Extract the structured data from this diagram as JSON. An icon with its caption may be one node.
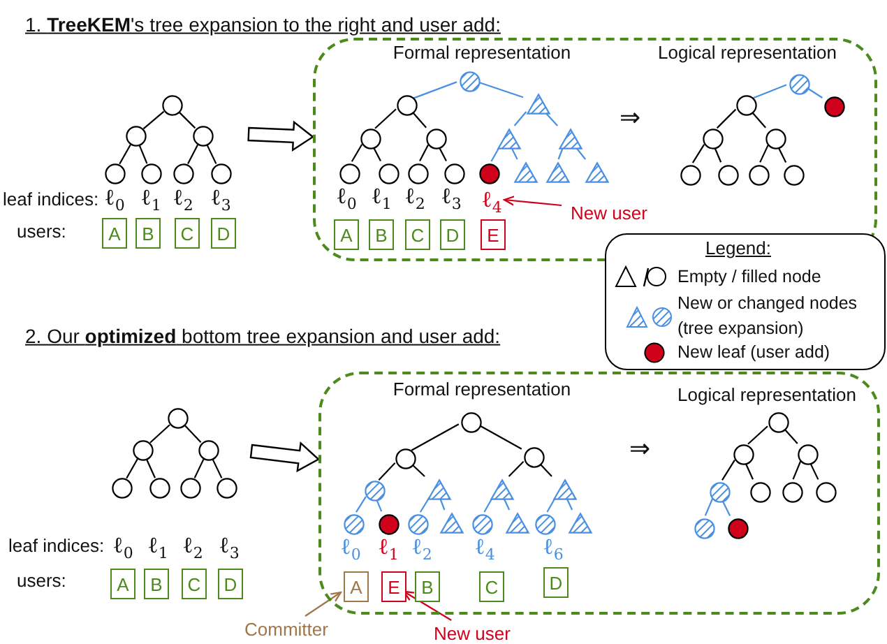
{
  "diagram": {
    "nodes": [
      {
        "text": [],
        "shape": "circle"
      },
      {
        "text": [],
        "shape": "circle"
      },
      {
        "text": [],
        "shape": "circle"
      },
      {
        "text": [],
        "shape": "circle"
      },
      {
        "text": [],
        "shape": "circle"
      },
      {
        "text": [],
        "shape": "circle"
      },
      {
        "text": [],
        "shape": "circle"
      },
      {
        "text": [
          "A"
        ]
      },
      {
        "text": [
          "B"
        ]
      },
      {
        "text": [
          "C"
        ]
      },
      {
        "text": [
          "D"
        ]
      },
      {
        "text": [],
        "shape": "box"
      },
      {
        "text": [],
        "shape": "circle",
        "in": 11
      },
      {
        "text": [],
        "shape": "circle",
        "in": 11
      },
      {
        "text": [],
        "shape": "circle",
        "in": 11
      },
      {
        "text": [],
        "shape": "circle",
        "in": 11
      },
      {
        "text": [],
        "shape": "circle",
        "in": 11
      },
      {
        "text": [],
        "shape": "circle",
        "in": 11
      },
      {
        "text": [],
        "shape": "circle",
        "in": 11
      },
      {
        "text": [],
        "shape": "circle",
        "in": 11
      },
      {
        "text": [],
        "shape": "triangle",
        "in": 11
      },
      {
        "text": [],
        "shape": "triangle",
        "in": 11
      },
      {
        "text": [],
        "shape": "triangle",
        "in": 11
      },
      {
        "text": [],
        "shape": "circle",
        "in": 11
      },
      {
        "text": [],
        "shape": "triangle",
        "in": 11
      },
      {
        "text": [],
        "shape": "triangle",
        "in": 11
      },
      {
        "text": [],
        "shape": "triangle",
        "in": 11
      },
      {
        "text": [
          "ℓ$_{4}$"
        ],
        "in": 11
      },
      {
        "text": [
          "A"
        ],
        "in": 11
      },
      {
        "text": [
          "B"
        ],
        "in": 11
      },
      {
        "text": [
          "C"
        ],
        "in": 11
      },
      {
        "text": [
          "D"
        ],
        "in": 11
      },
      {
        "text": [
          "E"
        ],
        "in": 11
      },
      {
        "text": [
          "New user"
        ],
        "in": 11
      },
      {
        "text": [],
        "shape": "circle",
        "in": 11
      },
      {
        "text": [],
        "shape": "circle",
        "in": 11
      },
      {
        "text": [],
        "shape": "circle",
        "in": 11
      },
      {
        "text": [],
        "shape": "circle",
        "in": 11
      },
      {
        "text": [],
        "shape": "circle",
        "in": 11
      },
      {
        "text": [],
        "shape": "circle",
        "in": 11
      },
      {
        "text": [],
        "shape": "circle",
        "in": 11
      },
      {
        "text": [],
        "shape": "circle",
        "in": 11
      },
      {
        "text": [],
        "shape": "circle",
        "in": 11
      },
      {
        "text": [],
        "shape": "circle"
      },
      {
        "text": [],
        "shape": "circle"
      },
      {
        "text": [],
        "shape": "circle"
      },
      {
        "text": [],
        "shape": "circle"
      },
      {
        "text": [],
        "shape": "circle"
      },
      {
        "text": [],
        "shape": "circle"
      },
      {
        "text": [],
        "shape": "circle"
      },
      {
        "text": [
          "A"
        ]
      },
      {
        "text": [
          "B"
        ]
      },
      {
        "text": [
          "C"
        ]
      },
      {
        "text": [
          "D"
        ]
      },
      {
        "text": [],
        "shape": "box"
      },
      {
        "text": [],
        "shape": "circle",
        "in": 54
      },
      {
        "text": [],
        "shape": "circle",
        "in": 54
      },
      {
        "text": [],
        "shape": "circle",
        "in": 54
      },
      {
        "text": [],
        "shape": "circle",
        "in": 54
      },
      {
        "text": [],
        "shape": "triangle",
        "in": 54
      },
      {
        "text": [],
        "shape": "triangle",
        "in": 54
      },
      {
        "text": [],
        "shape": "triangle",
        "in": 54
      },
      {
        "text": [],
        "shape": "circle",
        "in": 54
      },
      {
        "text": [],
        "shape": "circle",
        "in": 54
      },
      {
        "text": [],
        "shape": "circle",
        "in": 54
      },
      {
        "text": [],
        "shape": "triangle",
        "in": 54
      },
      {
        "text": [],
        "shape": "circle",
        "in": 54
      },
      {
        "text": [],
        "shape": "triangle",
        "in": 54
      },
      {
        "text": [],
        "shape": "circle",
        "in": 54
      },
      {
        "text": [],
        "shape": "triangle",
        "in": 54
      },
      {
        "text": [
          "A"
        ],
        "in": 54
      },
      {
        "text": [
          "E"
        ],
        "in": 54
      },
      {
        "text": [
          "B"
        ],
        "in": 54
      },
      {
        "text": [
          "C"
        ],
        "in": 54
      },
      {
        "text": [
          "D"
        ],
        "in": 54
      },
      {
        "text": [
          "Committer"
        ]
      },
      {
        "text": [
          "New user"
        ]
      },
      {
        "text": [],
        "shape": "circle",
        "in": 54
      },
      {
        "text": [],
        "shape": "circle",
        "in": 54
      },
      {
        "text": [],
        "shape": "circle",
        "in": 54
      },
      {
        "text": [],
        "shape": "circle",
        "in": 54
      },
      {
        "text": [],
        "shape": "circle",
        "in": 54
      },
      {
        "text": [],
        "shape": "circle",
        "in": 54
      },
      {
        "text": [],
        "shape": "circle",
        "in": 54
      },
      {
        "text": [],
        "shape": "circle",
        "in": 54
      },
      {
        "text": [],
        "shape": "circle",
        "in": 54
      }
    ],
    "edges": [
      {
        "from": 0,
        "to": 1,
        "arrow": "none"
      },
      {
        "from": 0,
        "to": 2,
        "arrow": "none"
      },
      {
        "from": 1,
        "to": 3,
        "arrow": "none"
      },
      {
        "from": 1,
        "to": 4,
        "arrow": "none"
      },
      {
        "from": 2,
        "to": 5,
        "arrow": "none"
      },
      {
        "from": 2,
        "to": 6,
        "arrow": "none"
      },
      {
        "from": null,
        "to": 11,
        "arrow": "to",
        "style": "thick"
      },
      {
        "from": 12,
        "to": 13,
        "arrow": "none",
        "color": "#4a90e2"
      },
      {
        "from": 12,
        "to": 20,
        "arrow": "none",
        "color": "#4a90e2"
      },
      {
        "from": 13,
        "to": 14,
        "arrow": "none"
      },
      {
        "from": 13,
        "to": 15,
        "arrow": "none"
      },
      {
        "from": 14,
        "to": 16,
        "arrow": "none"
      },
      {
        "from": 14,
        "to": 17,
        "arrow": "none"
      },
      {
        "from": 15,
        "to": 18,
        "arrow": "none"
      },
      {
        "from": 15,
        "to": 19,
        "arrow": "none"
      },
      {
        "from": 20,
        "to": 21,
        "arrow": "none",
        "color": "#4a90e2"
      },
      {
        "from": 20,
        "to": 22,
        "arrow": "none",
        "color": "#4a90e2"
      },
      {
        "from": 21,
        "to": 23,
        "arrow": "none",
        "color": "#4a90e2"
      },
      {
        "from": 21,
        "to": 24,
        "arrow": "none",
        "color": "#4a90e2"
      },
      {
        "from": 22,
        "to": 25,
        "arrow": "none",
        "color": "#4a90e2"
      },
      {
        "from": 22,
        "to": 26,
        "arrow": "none",
        "color": "#4a90e2"
      },
      {
        "from": 33,
        "to": 27,
        "arrow": "to",
        "color": "#d0021b"
      },
      {
        "from": 34,
        "to": 35,
        "arrow": "none",
        "color": "#4a90e2"
      },
      {
        "from": 34,
        "to": 42,
        "arrow": "none",
        "color": "#4a90e2"
      },
      {
        "from": 35,
        "to": 36,
        "arrow": "none"
      },
      {
        "from": 35,
        "to": 37,
        "arrow": "none"
      },
      {
        "from": 36,
        "to": 38,
        "arrow": "none"
      },
      {
        "from": 36,
        "to": 39,
        "arrow": "none"
      },
      {
        "from": 37,
        "to": 40,
        "arrow": "none"
      },
      {
        "from": 37,
        "to": 41,
        "arrow": "none"
      },
      {
        "from": 43,
        "to": 44,
        "arrow": "none"
      },
      {
        "from": 43,
        "to": 45,
        "arrow": "none"
      },
      {
        "from": 44,
        "to": 46,
        "arrow": "none"
      },
      {
        "from": 44,
        "to": 47,
        "arrow": "none"
      },
      {
        "from": 45,
        "to": 48,
        "arrow": "none"
      },
      {
        "from": 45,
        "to": 49,
        "arrow": "none"
      },
      {
        "from": null,
        "to": 54,
        "arrow": "to",
        "style": "thick"
      },
      {
        "from": 55,
        "to": 56,
        "arrow": "none"
      },
      {
        "from": 55,
        "to": 57,
        "arrow": "none"
      },
      {
        "from": 56,
        "to": 58,
        "arrow": "none"
      },
      {
        "from": 56,
        "to": 59,
        "arrow": "none"
      },
      {
        "from": 57,
        "to": 60,
        "arrow": "none"
      },
      {
        "from": 57,
        "to": 61,
        "arrow": "none"
      },
      {
        "from": 58,
        "to": 62,
        "arrow": "none",
        "color": "#4a90e2"
      },
      {
        "from": 58,
        "to": 63,
        "arrow": "none",
        "color": "#4a90e2"
      },
      {
        "from": 59,
        "to": 64,
        "arrow": "none",
        "color": "#4a90e2"
      },
      {
        "from": 59,
        "to": 65,
        "arrow": "none",
        "color": "#4a90e2"
      },
      {
        "from": 60,
        "to": 66,
        "arrow": "none",
        "color": "#4a90e2"
      },
      {
        "from": 60,
        "to": 67,
        "arrow": "none",
        "color": "#4a90e2"
      },
      {
        "from": 61,
        "to": 68,
        "arrow": "none",
        "color": "#4a90e2"
      },
      {
        "from": 61,
        "to": 69,
        "arrow": "none",
        "color": "#4a90e2"
      },
      {
        "from": 75,
        "to": 70,
        "arrow": "to",
        "color": "#a0764a"
      },
      {
        "from": 76,
        "to": 71,
        "arrow": "to",
        "color": "#d0021b"
      },
      {
        "from": 77,
        "to": 78,
        "arrow": "none"
      },
      {
        "from": 77,
        "to": 79,
        "arrow": "none"
      },
      {
        "from": 78,
        "to": 80,
        "arrow": "none"
      },
      {
        "from": 78,
        "to": 81,
        "arrow": "none"
      },
      {
        "from": 79,
        "to": 82,
        "arrow": "none"
      },
      {
        "from": 79,
        "to": 83,
        "arrow": "none"
      },
      {
        "from": 80,
        "to": 84,
        "arrow": "none",
        "color": "#4a90e2"
      },
      {
        "from": 80,
        "to": 85,
        "arrow": "none",
        "color": "#4a90e2"
      }
    ],
    "labels": [
      "1. **TreeKEM**'s tree expansion to the right and user add:",
      "Formal representation",
      "Logical representation",
      "⇒",
      "leaf indices:",
      "ℓ$_{0}$",
      "ℓ$_{1}$",
      "ℓ$_{2}$",
      "ℓ$_{3}$",
      "ℓ$_{0}$",
      "ℓ$_{1}$",
      "ℓ$_{2}$",
      "ℓ$_{3}$",
      "users:",
      "Legend:",
      "2. Our **optimized** bottom tree expansion and user add:",
      "Formal representation",
      "Logical representation",
      "⇒",
      "leaf indices:",
      "ℓ$_{0}$",
      "ℓ$_{1}$",
      "ℓ$_{2}$",
      "ℓ$_{3}$",
      "ℓ$_{0}$",
      "ℓ$_{1}$",
      "ℓ$_{2}$",
      "ℓ$_{4}$",
      "ℓ$_{6}$",
      "users:"
    ],
    "legend": [
      {
        "text": "Empty / filled node"
      },
      {
        "text": "New or changed nodes (tree expansion)"
      },
      {
        "text": "New leaf (user add)",
        "color": "#d0021b"
      }
    ]
  }
}
